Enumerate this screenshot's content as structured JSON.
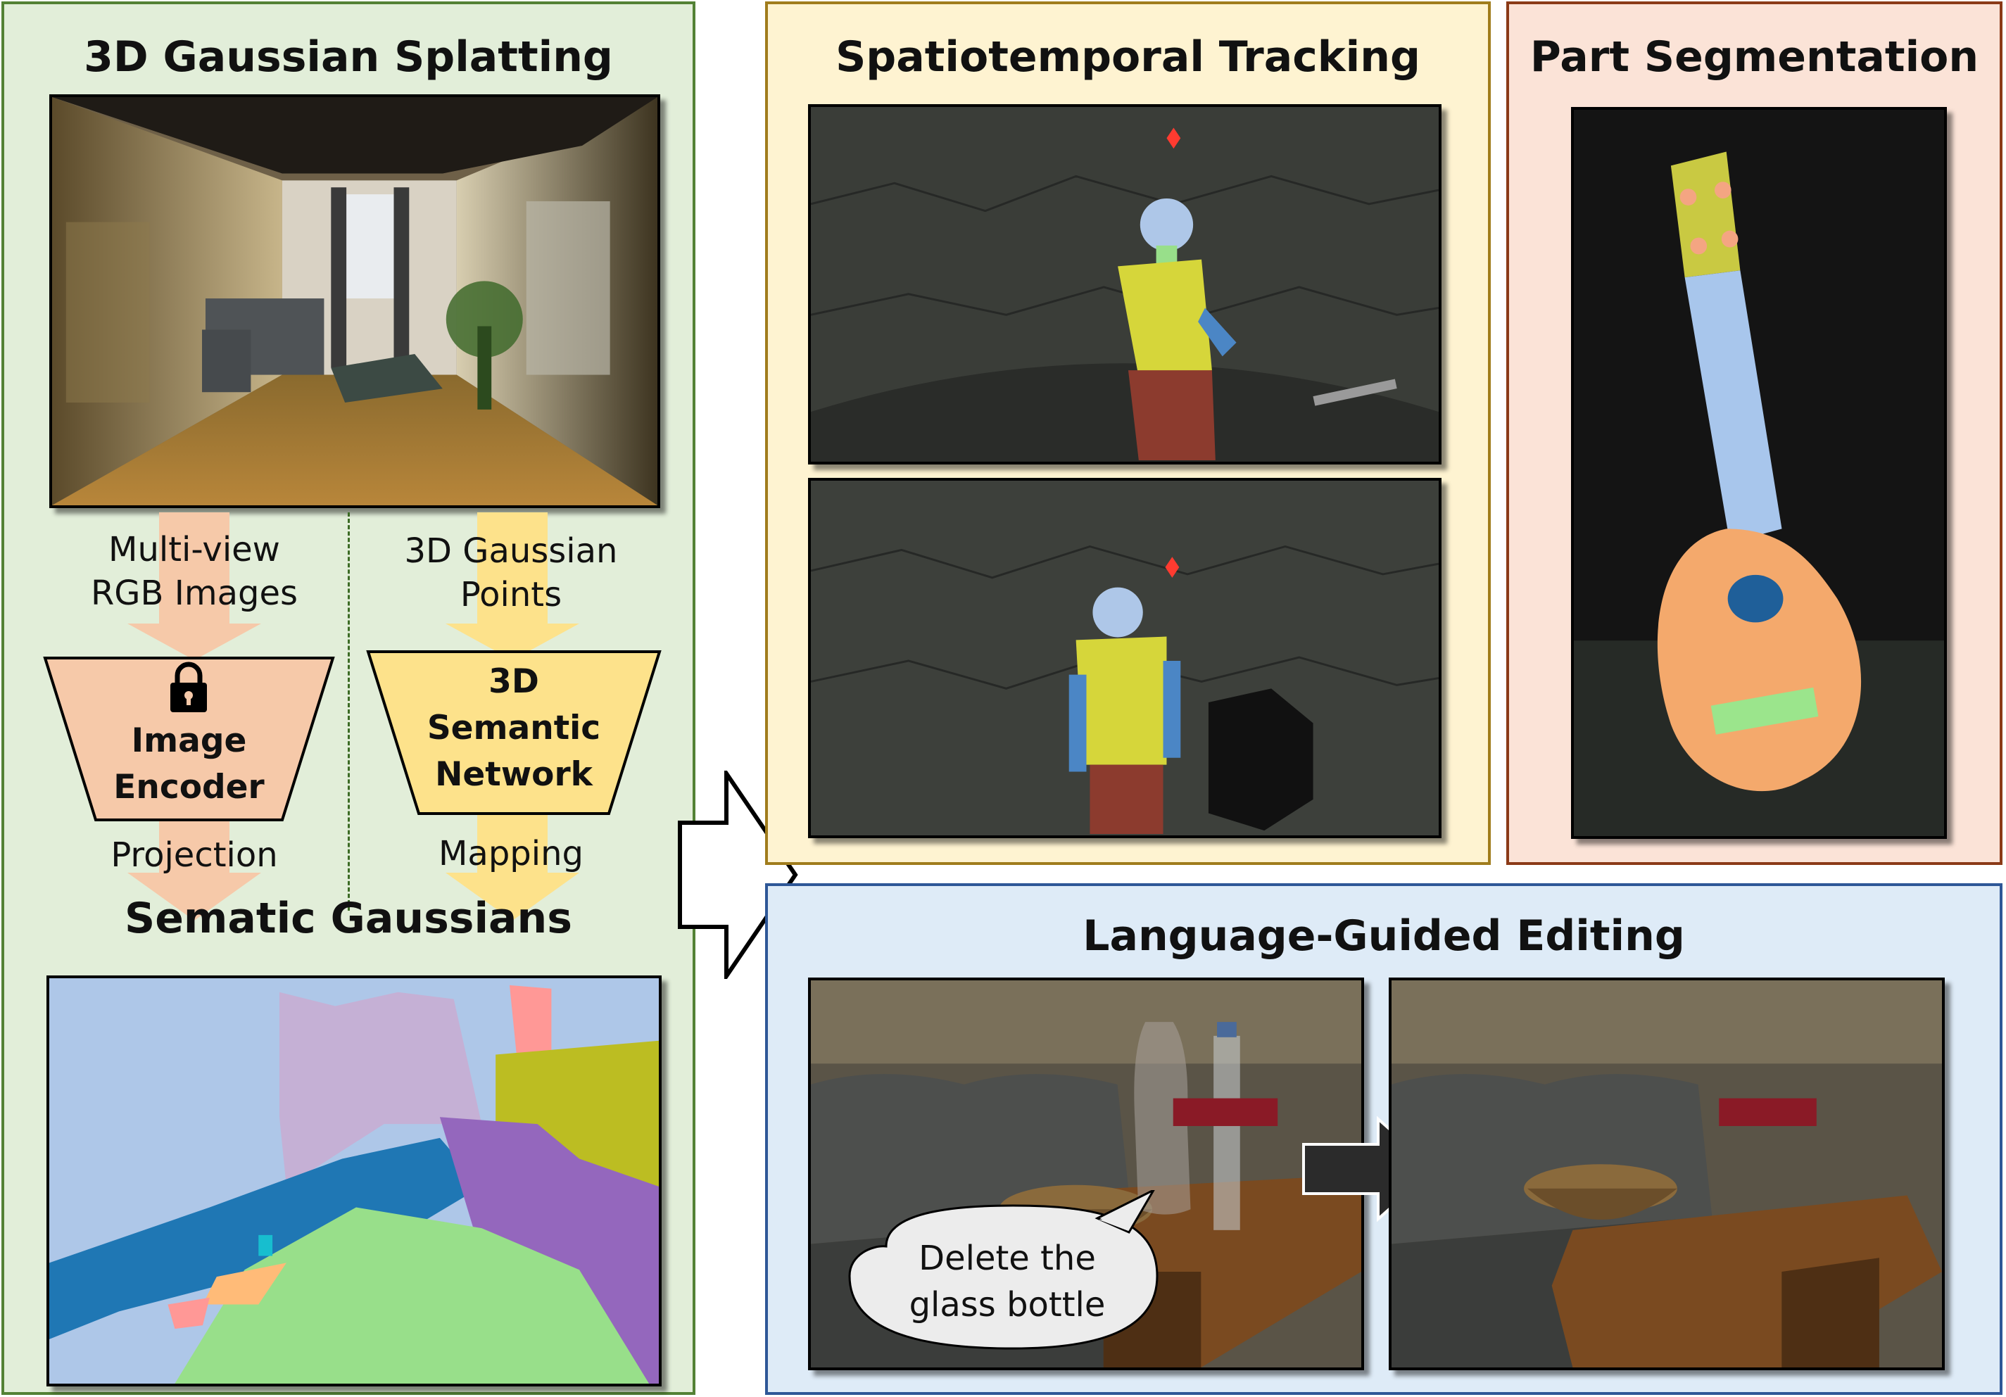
{
  "gaussian_panel": {
    "title": "3D Gaussian Splatting",
    "left_input": "Multi-view\nRGB Images",
    "right_input": "3D Gaussian\nPoints",
    "encoder": "Image\nEncoder",
    "network": "3D\nSemantic\nNetwork",
    "left_output": "Projection",
    "right_output": "Mapping",
    "result_title": "Sematic Gaussians"
  },
  "tracking_panel": {
    "title": "Spatiotemporal Tracking"
  },
  "segmentation_panel": {
    "title": "Part Segmentation"
  },
  "editing_panel": {
    "title": "Language-Guided Editing",
    "speech": "Delete the\nglass bottle"
  },
  "colors": {
    "green_panel": "#e2eed9",
    "green_border": "#538135",
    "yellow_panel": "#fef3d1",
    "yellow_border": "#a07c1c",
    "peach_panel": "#fbe3d7",
    "peach_border": "#8b3a17",
    "blue_panel": "#deebf7",
    "blue_border": "#2e5797",
    "encoder_fill": "#f6c9a9",
    "network_fill": "#fde28b"
  },
  "icons": [
    "lock-icon",
    "right-arrow-icon",
    "dark-arrow-icon",
    "speech-bubble-icon"
  ]
}
